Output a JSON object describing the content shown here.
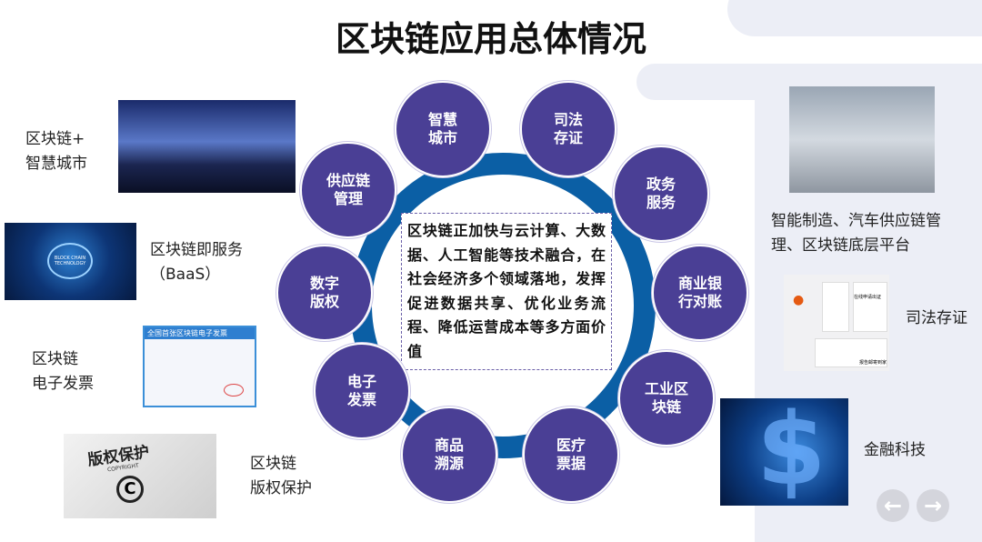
{
  "title": "区块链应用总体情况",
  "center_text": "区块链正加快与云计算、大数据、人工智能等技术融合，在社会经济多个领域落地，发挥促进数据共享、优化业务流程、降低运营成本等多方面价值",
  "nodes": [
    "智慧\n城市",
    "司法\n存证",
    "政务\n服务",
    "商业银\n行对账",
    "工业区\n块链",
    "医疗\n票据",
    "商品\n溯源",
    "电子\n发票",
    "数字\n版权",
    "供应链\n管理"
  ],
  "left_labels": {
    "smart_city": "区块链+\n智慧城市",
    "baas": "区块链即服务\n（BaaS）",
    "invoice": "区块链\n电子发票",
    "copyright": "区块链\n版权保护"
  },
  "right_labels": {
    "manufacturing": "智能制造、汽车供应链管\n理、区块链底层平台",
    "judicial": "司法存证",
    "fintech": "金融科技"
  },
  "image_text": {
    "baas": "BLOCK CHAIN TECHNOLOGY",
    "invoice": "全国首张区块链电子发票",
    "copyright": "版权保护",
    "copyright_sub": "COPYRIGHT",
    "judicial": "在线申请出证",
    "judicial2": "报告邮寄到家"
  },
  "colors": {
    "node": "#4a3f95",
    "ring": "#0b5fa5"
  }
}
